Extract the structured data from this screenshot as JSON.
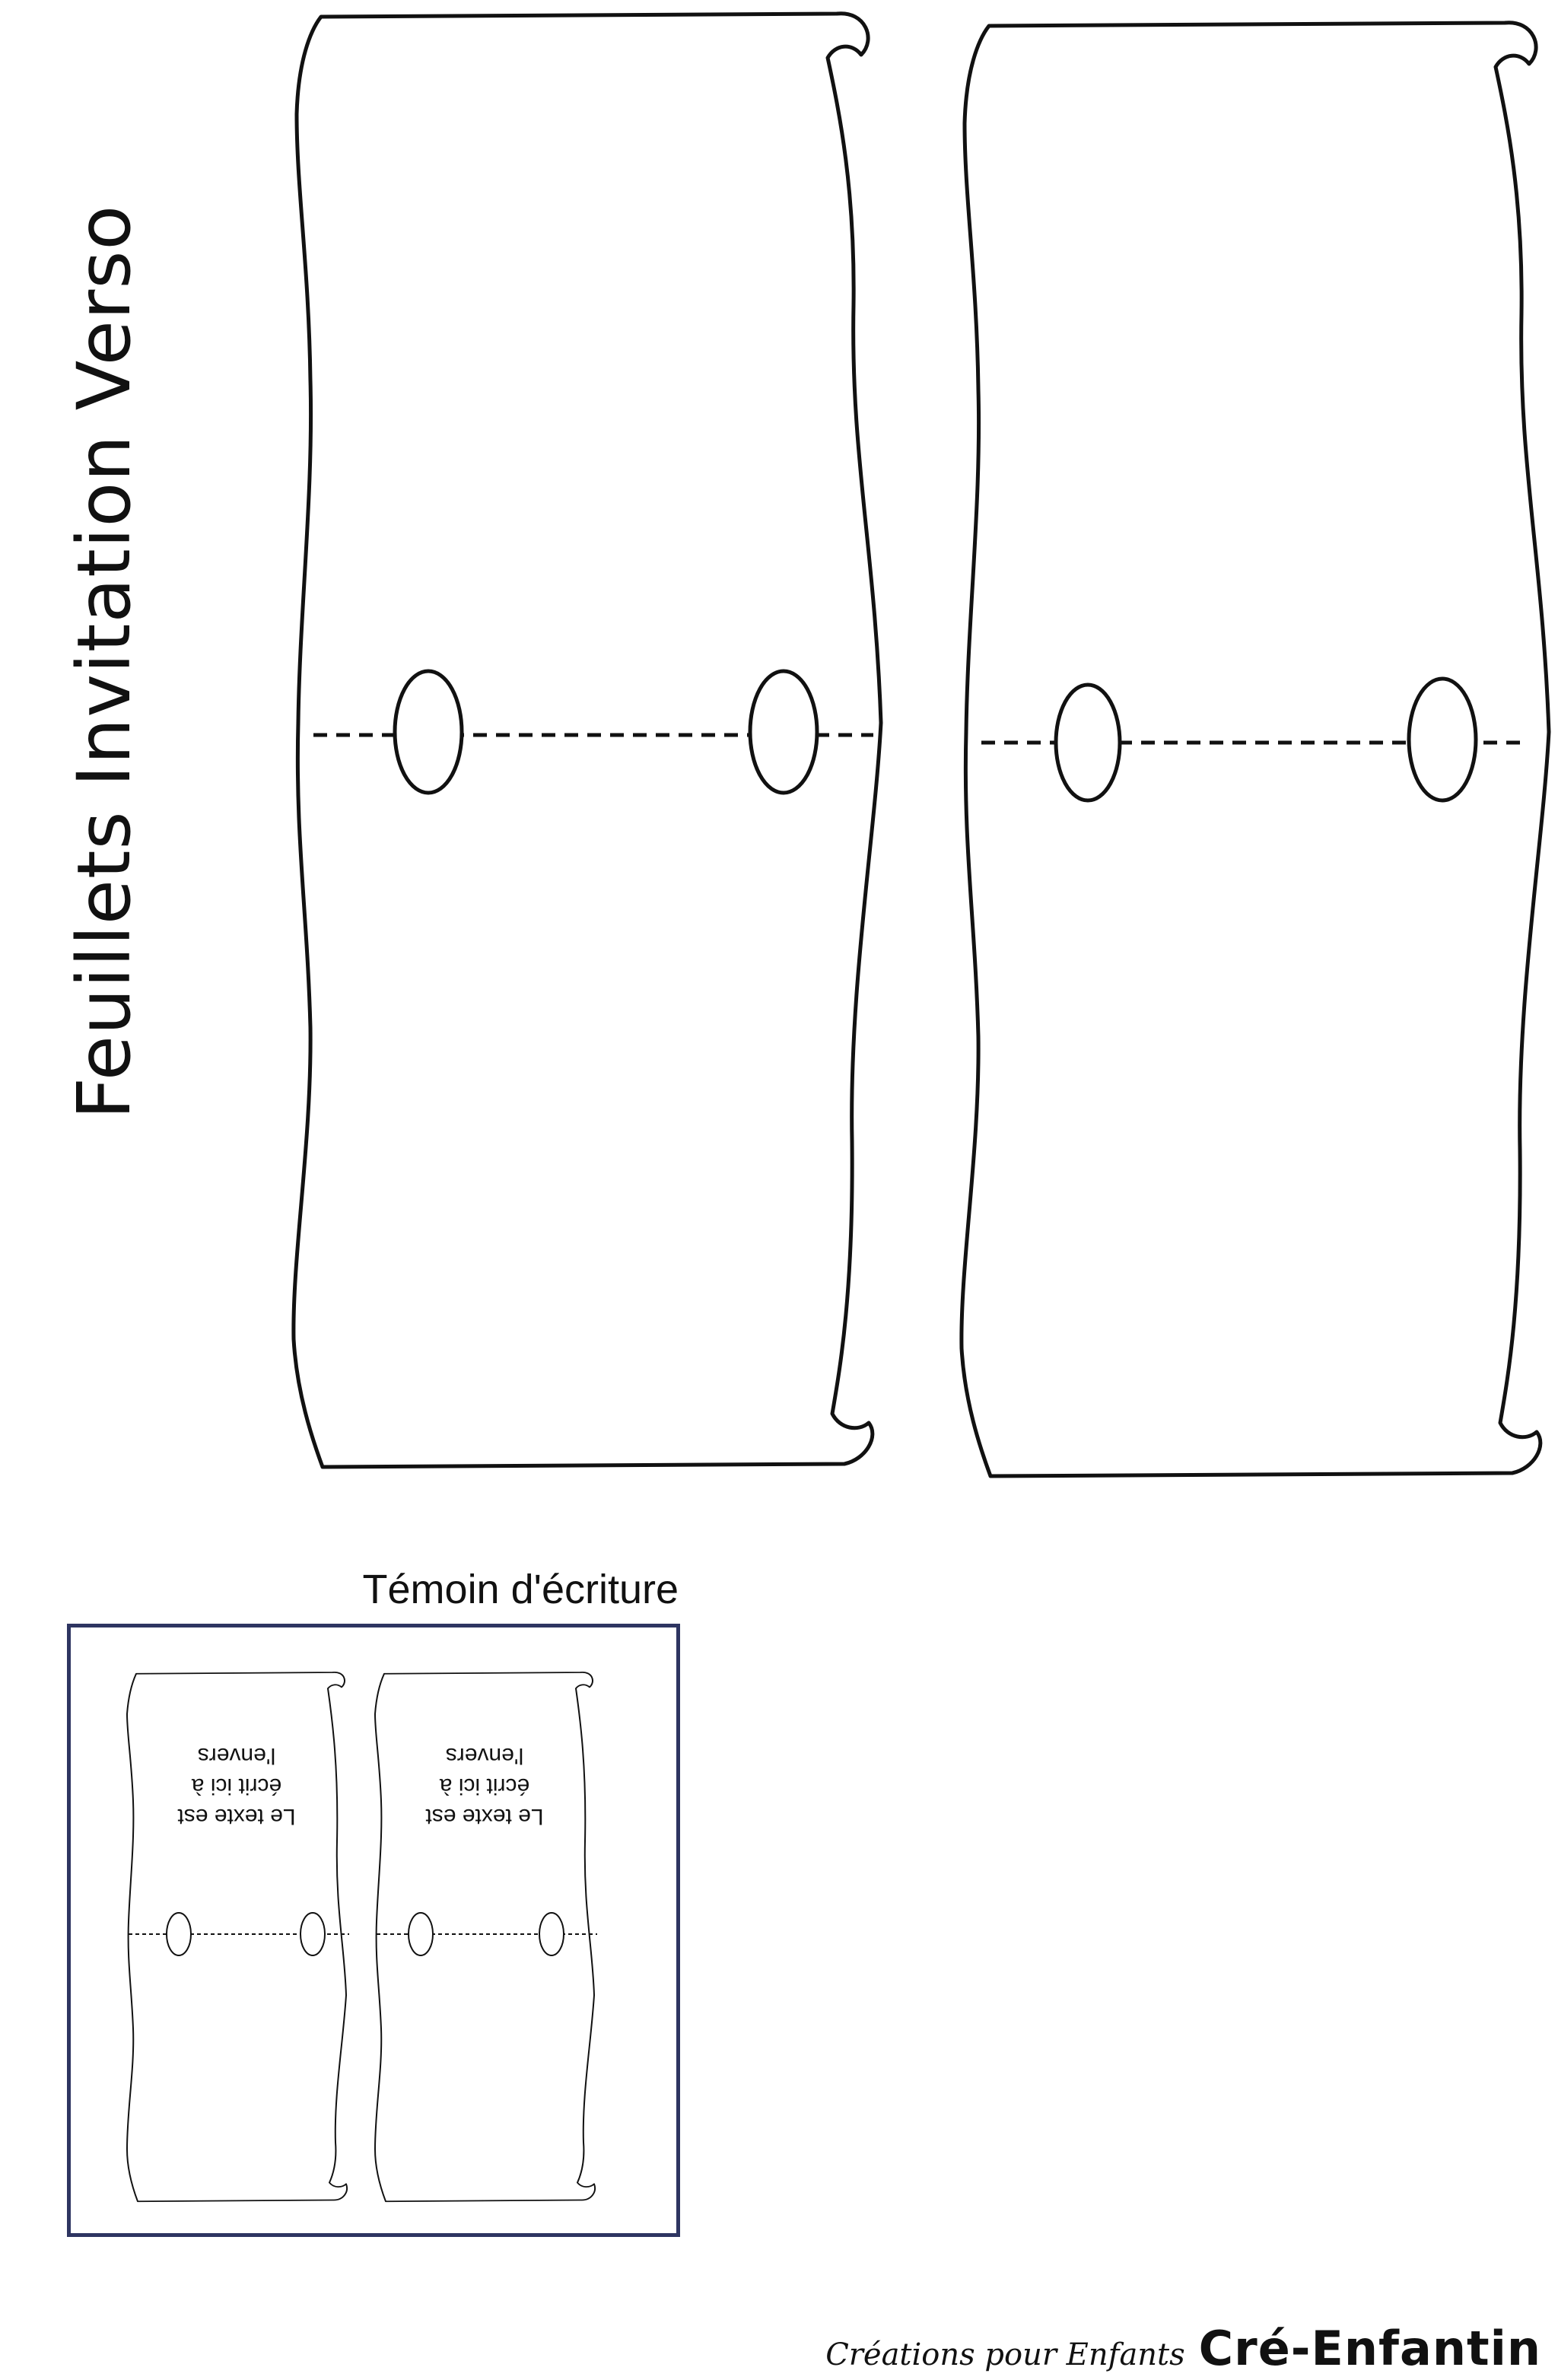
{
  "page": {
    "title": "Feuillets Invitation Verso"
  },
  "witness": {
    "label": "Témoin d'écriture",
    "sample_text_left": "Le texte est écrit ici à l'envers",
    "sample_text_right": "Le texte est écrit ici à l'envers"
  },
  "footer": {
    "credit": "Créations pour Enfants",
    "brand": "Cré-Enfantin"
  },
  "colors": {
    "line": "#111111",
    "witness_border": "#2e3561"
  }
}
